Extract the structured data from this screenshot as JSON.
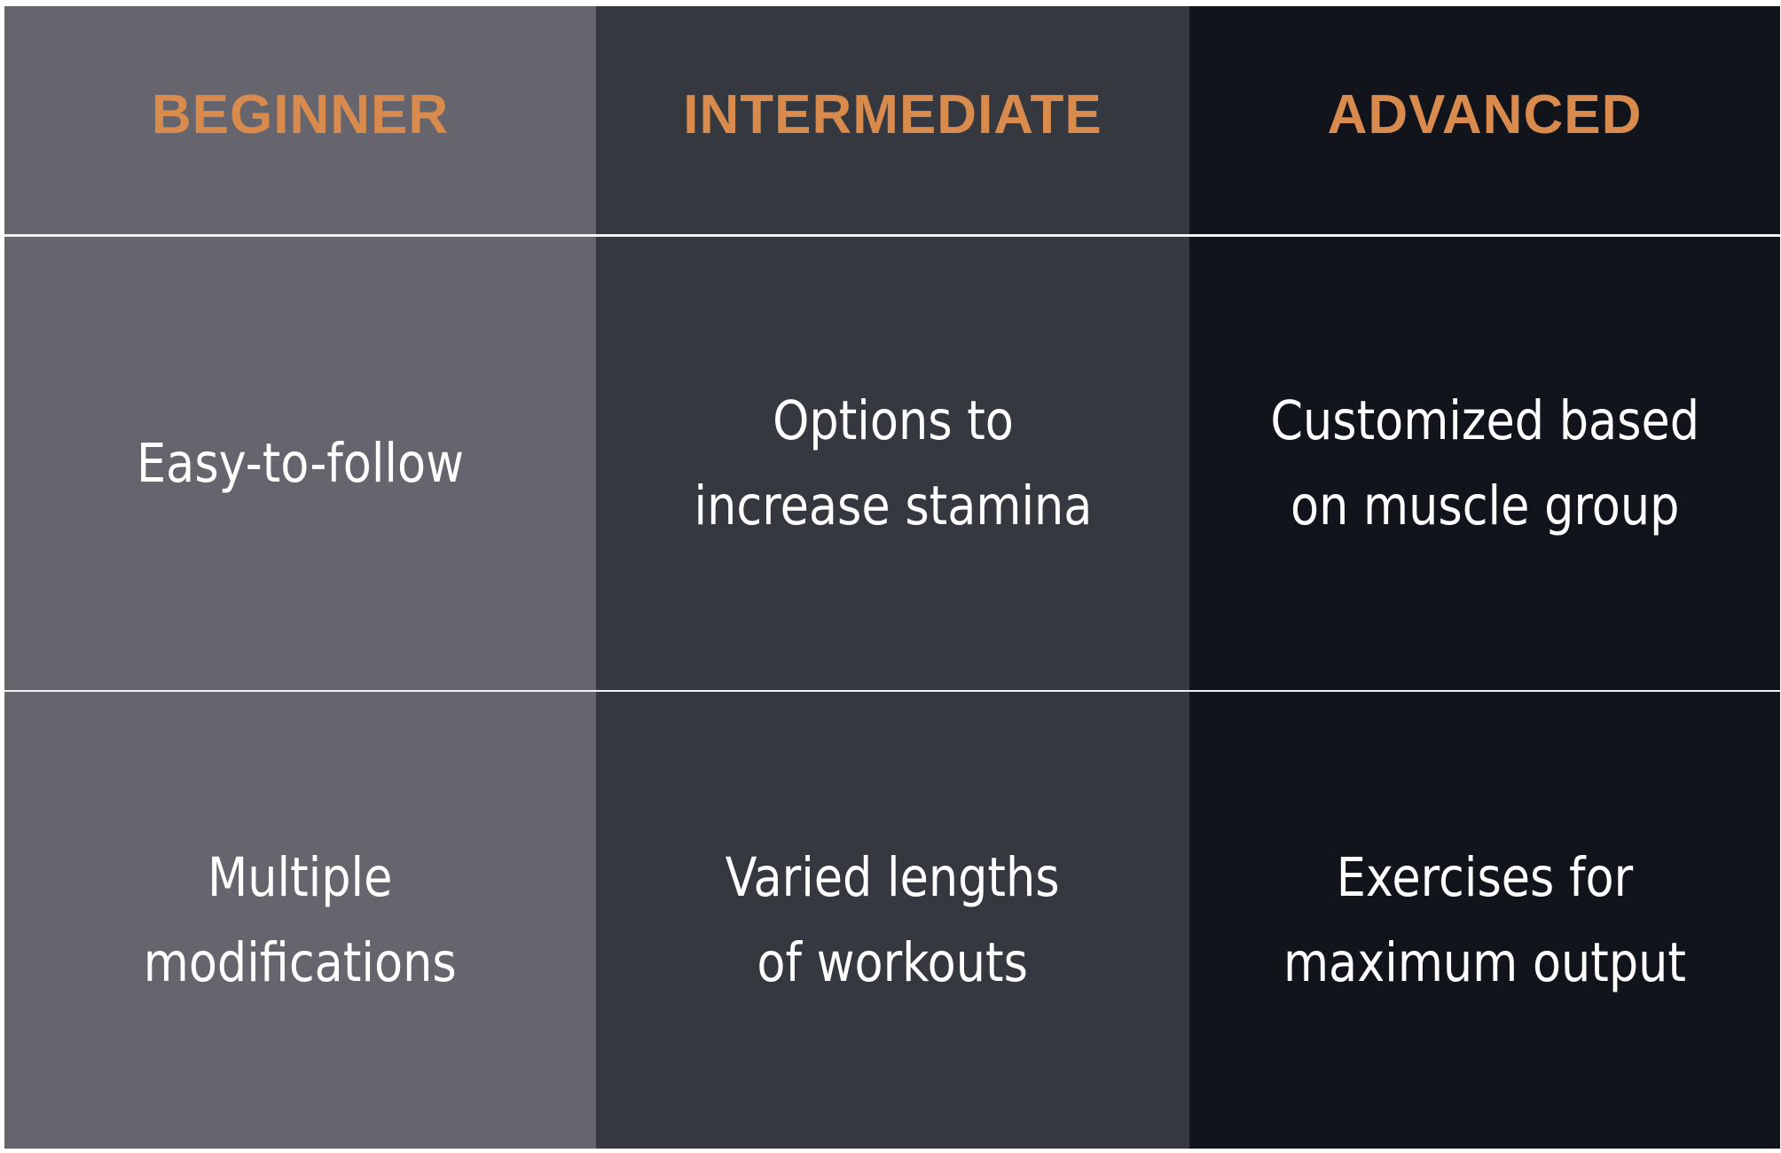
{
  "columns": [
    {
      "header": "BEGINNER",
      "rows": [
        "Easy-to-follow",
        "Multiple\nmodifications"
      ]
    },
    {
      "header": "INTERMEDIATE",
      "rows": [
        "Options to\nincrease stamina",
        "Varied lengths\nof workouts"
      ]
    },
    {
      "header": "ADVANCED",
      "rows": [
        "Customized based\non muscle group",
        "Exercises for\nmaximum output"
      ]
    }
  ],
  "colors": {
    "beginner_bg": "#66646c",
    "intermediate_bg": "#36383f",
    "advanced_bg": "#11151b",
    "header_text": "#d98a4d",
    "body_text": "#ffffff",
    "divider": "#f2f2f2"
  }
}
